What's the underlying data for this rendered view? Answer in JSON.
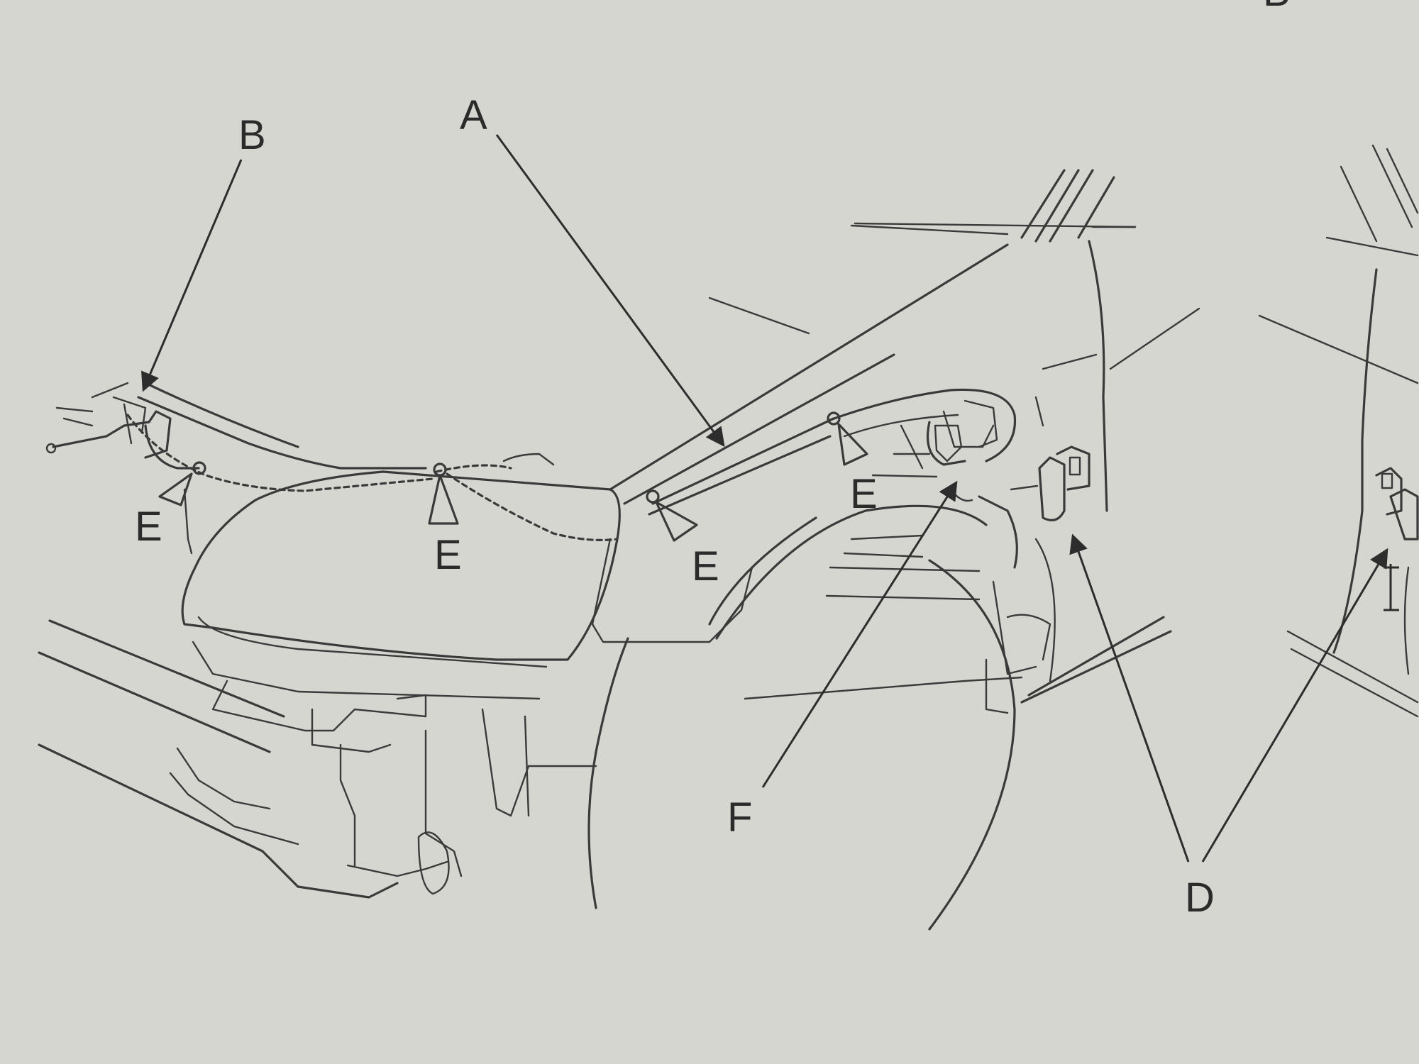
{
  "callouts": {
    "A": "A",
    "B_left": "B",
    "B_top": "B",
    "D": "D",
    "E1": "E",
    "E2": "E",
    "E3": "E",
    "E4": "E",
    "F": "F"
  },
  "colors": {
    "background": "#d6d6d1",
    "ink": "#3a3a3a"
  }
}
